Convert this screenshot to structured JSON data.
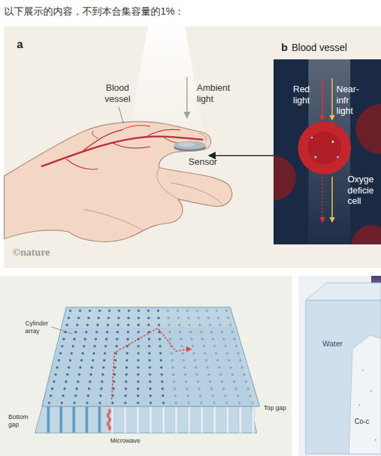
{
  "diagram": {
    "title": "以下展示的内容，不到本合集容量的1%：",
    "nodes": [
      {
        "text": [
          "b",
          "Blood vessel",
          "Red light",
          "Near-infr light",
          "Oxyge deficie cell"
        ]
      },
      {
        "text": [
          "Sensor"
        ]
      }
    ],
    "edges": [
      {
        "from": 0,
        "to": 1,
        "arrow": "to"
      }
    ],
    "labels": [
      "a",
      "Blood vessel",
      "Ambient light",
      "©nature",
      "Cylinder array",
      "Top gap",
      "Bottom gap",
      "Microwave",
      "Water",
      "Co-c"
    ]
  }
}
